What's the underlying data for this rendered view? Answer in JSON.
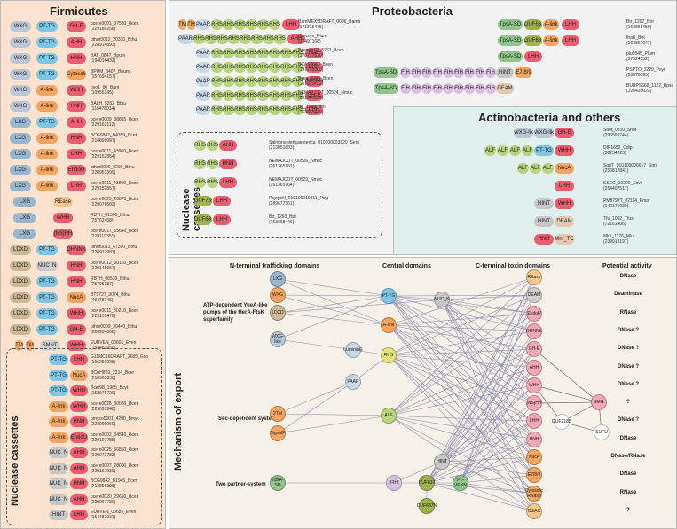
{
  "panels": {
    "firmicutes": "Firmicutes",
    "proteobacteria": "Proteobacteria",
    "actinobacteria": "Actinobacteria and others",
    "nuclease_cassettes": "Nuclease cassettes",
    "mechanism": "Mechanism of export"
  },
  "colors": {
    "firm_bg": "#fbe3cf",
    "proteo_bg": "#f2f2f2",
    "actino_bg": "#e0f0ec",
    "bottom_bg": "#f5f1e8",
    "wxg": "#b9c7d6",
    "ptg": "#7fc6e6",
    "toxin": "#e95d6f",
    "alink": "#f2a460",
    "lxg": "#9ab6cf",
    "ldxd": "#cbb894",
    "rhs": "#b9d47e",
    "paar": "#c7d7e6",
    "tpsa": "#8fc48a",
    "fih": "#d9c2e0",
    "nucn": "#c7c7c7",
    "grey_toxin": "#cfcfcf",
    "duf": "#9fb24c"
  },
  "firmicutes_rows": [
    {
      "domains": [
        "WXG",
        "PT-TG",
        "GH-E"
      ],
      "label": "bcere0001_37580_Bcer\n(229186258)"
    },
    {
      "domains": [
        "WXG",
        "PT-TG",
        "AHH"
      ],
      "label": "bthur0012_20330_Bthu\n(228914893)"
    },
    {
      "domains": [
        "WXG",
        "PT-TG",
        "HNH"
      ],
      "label": "BAT_0847_Bpum\n(194016432)"
    },
    {
      "domains": [
        "WXG",
        "PT-TG",
        "Cytosolic RNase"
      ],
      "label": "BPUM_3407_Bpum\n(157694157)"
    },
    {
      "domains": [
        "WXG",
        "A-link",
        "WHH"
      ],
      "label": "pxo1_90_Bant\n(10956345)"
    },
    {
      "domains": [
        "WXG",
        "A-link",
        "HNH"
      ],
      "label": "BALH_5252_Bthu\n(118478014)"
    },
    {
      "domains": [
        "LXG",
        "PT-TG",
        "AHH"
      ],
      "label": "bcere0009_38815_Bcer\n(229163112)"
    },
    {
      "domains": [
        "LXG",
        "A-link",
        "HNH"
      ],
      "label": "BCG9842_B4359_Bcer\n(218898997)"
    },
    {
      "domains": [
        "LXG",
        "A-link",
        "LHH"
      ],
      "label": "bcere0011_43960_Bcer\n(229152854)"
    },
    {
      "domains": [
        "LXG",
        "A-link",
        "EndoU"
      ],
      "label": "bthur0006_8200_Bthu\n(228951399)"
    },
    {
      "domains": [
        "LXG",
        "A-link",
        "LHH"
      ],
      "label": "bcere0011_43890_Bcer\n(229152857)"
    },
    {
      "domains": [
        "LXG",
        "REase"
      ],
      "label": "bcere0025_26870_Bcer\n(229076503)"
    },
    {
      "domains": [
        "LXG",
        "WHH"
      ],
      "label": "RBTH_01560_Bthu\n(75762458)"
    },
    {
      "domains": [
        "LXG",
        "[NS]HH"
      ],
      "label": "bcere0017_55840_Bcer\n(229119351)"
    },
    {
      "domains": [
        "LDXD",
        "PT-TG",
        "DHNNK"
      ],
      "label": "bthur0013_67390_Bthu\n(228912983)"
    },
    {
      "domains": [
        "LDXD",
        "NUC_N",
        "HNH"
      ],
      "label": "bcere0012_30160_Bcer\n(229145967)"
    },
    {
      "domains": [
        "LDXD",
        "PT-TG",
        "HNH"
      ],
      "label": "RBTH_08539_Bthu\n(75795387)"
    },
    {
      "domains": [
        "LDXD",
        "PT-TG",
        "NucA"
      ],
      "label": "BT9727_3074_Bthu\n(49478146)"
    },
    {
      "domains": [
        "LDXD",
        "PT-TG",
        "WHH"
      ],
      "label": "bcere0011_30210_Bcer\n(229151478)"
    },
    {
      "domains": [
        "LDXD",
        "PT-TG",
        "GH-E"
      ],
      "label": "bthur0009_30440_Bthu\n(228934868)"
    },
    {
      "domains": [
        "TM",
        "TM",
        "SMNT",
        "WHH"
      ],
      "label": "EUBVEN_00601_Even\n(154482950)"
    }
  ],
  "firmicutes_cassettes": [
    {
      "domains": [
        "PT-TG",
        "LHH"
      ],
      "label": "G11MC16DRAFT_2685_Gsp\n(196250238)"
    },
    {
      "domains": [
        "PT-TG",
        "NucA"
      ],
      "label": "BCAH820_2214_Bcer\n(218903330)"
    },
    {
      "domains": [
        "PT-TG",
        "WHH"
      ],
      "label": "Bcer98_1965_Bcyt\n(152975720)"
    },
    {
      "domains": [
        "A-link",
        "WHH"
      ],
      "label": "bcere0028_30080_Bcer\n(229093948)"
    },
    {
      "domains": [
        "A-link",
        "HNH"
      ],
      "label": "bmyco0001_4290_Bmyc\n(228999960)"
    },
    {
      "domains": [
        "A-link",
        "EndoU"
      ],
      "label": "bcere0002_34540_Bcer\n(229191785)"
    },
    {
      "domains": [
        "NUC_N",
        "AHH"
      ],
      "label": "bcere0025_56850_Bcer\n(229073782)"
    },
    {
      "domains": [
        "NUC_N",
        "AHH"
      ],
      "label": "bcere0007_28000_Bcer\n(229167939)"
    },
    {
      "domains": [
        "NUC_N",
        "HNH"
      ],
      "label": "BCG9842_B1945_Bcer\n(218896398)"
    },
    {
      "domains": [
        "NUC_N",
        "AHH"
      ],
      "label": "bcere0020_29690_Bcer\n(229097730)"
    },
    {
      "domains": [
        "HINT",
        "LHH"
      ],
      "label": "EUBVEN_00685_Even\n(154483031)"
    }
  ],
  "proteo_rows": [
    {
      "label": "BamMEX5DRAFT_0096_Bamb\n(171315475)",
      "toxin": "LHH"
    },
    {
      "label": "rhs-core_Plum\n(37497166)",
      "toxin": "AHH"
    },
    {
      "label": "Bcenmc03_5261_Bcen\n(170737620)",
      "toxin": "HNH"
    },
    {
      "label": "BCAS0663_Bcen\n(197295500)",
      "toxin": "LHH"
    },
    {
      "label": "Bcen_3345_Bcen\n(107025702)",
      "toxin": "[NS]HH"
    },
    {
      "label": "NEMAJ COT_00524_Nmuc\n(261365159)",
      "toxin": "GH-E"
    },
    {
      "label": "Btr_1293_Btri\n(163868449)",
      "toxin": "LHH"
    }
  ],
  "proteo_right_rows": [
    {
      "label": "Btr_1297_Btri\n(163868450)",
      "domains": [
        "TpsA-SD",
        "DUF637",
        "A-link",
        "LHH"
      ]
    },
    {
      "label": "fhaB_Btri\n(163867947)",
      "domains": [
        "TpsA-SD",
        "DUF637",
        "A-link",
        "LHH"
      ]
    },
    {
      "label": "plu0545_Plum\n(37524552)",
      "domains": [
        "TpsA-SD",
        "LHH"
      ]
    },
    {
      "label": "PSPTO_3229_Psyr\n(28870395)",
      "domains": [
        "TpsA-SD",
        "HINT",
        "E7/8/9"
      ]
    },
    {
      "label": "BURPS668_1122_Bpse\n(126439023)",
      "domains": [
        "TpsA-SD",
        "DEAM"
      ]
    }
  ],
  "proteo_cassettes": [
    {
      "label": "Salmonentericaenterica_010100003820_Sent\n(213051883)",
      "domains": [
        "RHS",
        "RHS",
        "AHH"
      ]
    },
    {
      "label": "NEMAJCOT_00526_Nmuc\n(261365161)",
      "domains": [
        "RHS",
        "RHS",
        "HNH"
      ]
    },
    {
      "label": "NEMAJCOT_00529_Nmuc\n(261365164)",
      "domains": [
        "RHS",
        "RHS",
        "LHH"
      ]
    },
    {
      "label": "PsyrpsN_010100019811_Psyr\n(289677361)",
      "domains": [
        "DUF769",
        "LHH"
      ]
    },
    {
      "label": "Btr_1293_Btri\n(163868446)",
      "domains": [
        "DUF637",
        "LHH"
      ]
    }
  ],
  "actino_rows": [
    {
      "label": "Snot_0310_Snot\n(295592744)",
      "domains": [
        "WXG-like",
        "WXG-like",
        "GH-E"
      ]
    },
    {
      "label": "DIP1652_Cdip\n(38234225)",
      "domains": [
        "ALF",
        "ALF",
        "ALF",
        "ALF",
        "PT-TG",
        "WHH"
      ]
    },
    {
      "label": "SgriT_010100006617_Sgri\n(256812841)",
      "domains": [
        "ALF",
        "ALF",
        "ALF",
        "NucA"
      ]
    },
    {
      "label": "SSEG_10200_Ssvi\n(254407517)",
      "domains": [
        "LHH"
      ]
    },
    {
      "label": "PM8797T_02114_Pmar\n(149176030)",
      "domains": [
        "HINT",
        "WHH"
      ]
    },
    {
      "label": "Tfu_1002_Tfus\n(72161406)",
      "domains": [
        "HINT",
        "DEAM"
      ]
    },
    {
      "label": "Mlut_1176_Mlut\n(239918197)",
      "domains": [
        "HNH",
        "Mnf_TC"
      ]
    }
  ],
  "mech_headers": {
    "nterm": "N-terminal trafficking domains",
    "central": "Central domains",
    "cterm": "C-terminal toxin domains",
    "activity": "Potential activity"
  },
  "mech_labels": {
    "atp": "ATP-dependent YueA-like\npumps of the HerA-FtsK\nsuperfamily",
    "sec": "Sec-dependent system",
    "tps": "Two partner-system"
  },
  "mech_nodes": {
    "lxg": "LXG",
    "wxg": "WXG",
    "ldxd": "LDXD",
    "wxglike": "WXG-like",
    "tm": "2TM",
    "signalp": "SignalP",
    "tpsasd": "TpsA-SD",
    "ptg": "PT-TG",
    "alink": "A-link",
    "rhs": "RHS",
    "lumin": "LumininG",
    "paar": "PAAR",
    "alf": "ALF",
    "nucn": "NUC_N",
    "hint": "HINT",
    "fih": "FIH",
    "duf637": "DUF637",
    "duf637n": "DUF637N",
    "ptvenn": "PT-VENN",
    "duf2185": "DUF2185",
    "smi1": "SMI1",
    "sufu": "SUFU"
  },
  "mech_toxins": [
    {
      "name": "REase",
      "activity": "DNase"
    },
    {
      "name": "DEAM",
      "activity": "Deaminase"
    },
    {
      "name": "EndoU",
      "activity": "RNase"
    },
    {
      "name": "DHNNK",
      "activity": "DNase ?"
    },
    {
      "name": "GH-E",
      "activity": "DNase ?"
    },
    {
      "name": "AHH",
      "activity": "DNase ?"
    },
    {
      "name": "WHH",
      "activity": "DNase ?"
    },
    {
      "name": "[NS]HH",
      "activity": "?"
    },
    {
      "name": "LHH",
      "activity": "DNase ?"
    },
    {
      "name": "HNH",
      "activity": "DNase"
    },
    {
      "name": "NucA",
      "activity": "DNase/RNase"
    },
    {
      "name": "E7/8/9",
      "activity": "DNase"
    },
    {
      "name": "Cytosolic RNase",
      "activity": "RNase"
    },
    {
      "name": "CdiAC",
      "activity": "?"
    }
  ]
}
